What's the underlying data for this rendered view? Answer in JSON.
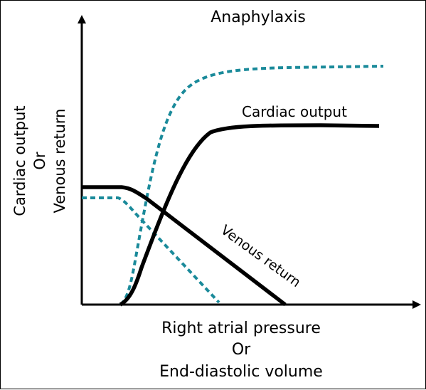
{
  "title": "Anaphylaxis",
  "y_axis_label": [
    "Cardiac output",
    "Or",
    "Venous return"
  ],
  "x_axis_label": [
    "Right atrial pressure",
    "Or",
    "End-diastolic volume"
  ],
  "curves": {
    "cardiac_output": {
      "label": "Cardiac output",
      "color": "#000000",
      "style": "solid"
    },
    "venous_return": {
      "label": "Venous return",
      "color": "#000000",
      "style": "solid"
    },
    "cardiac_output_anaphylaxis": {
      "color": "#1a8a9a",
      "style": "dashed"
    },
    "venous_return_anaphylaxis": {
      "color": "#1a8a9a",
      "style": "dashed"
    }
  },
  "axes": {
    "color": "#000000"
  }
}
